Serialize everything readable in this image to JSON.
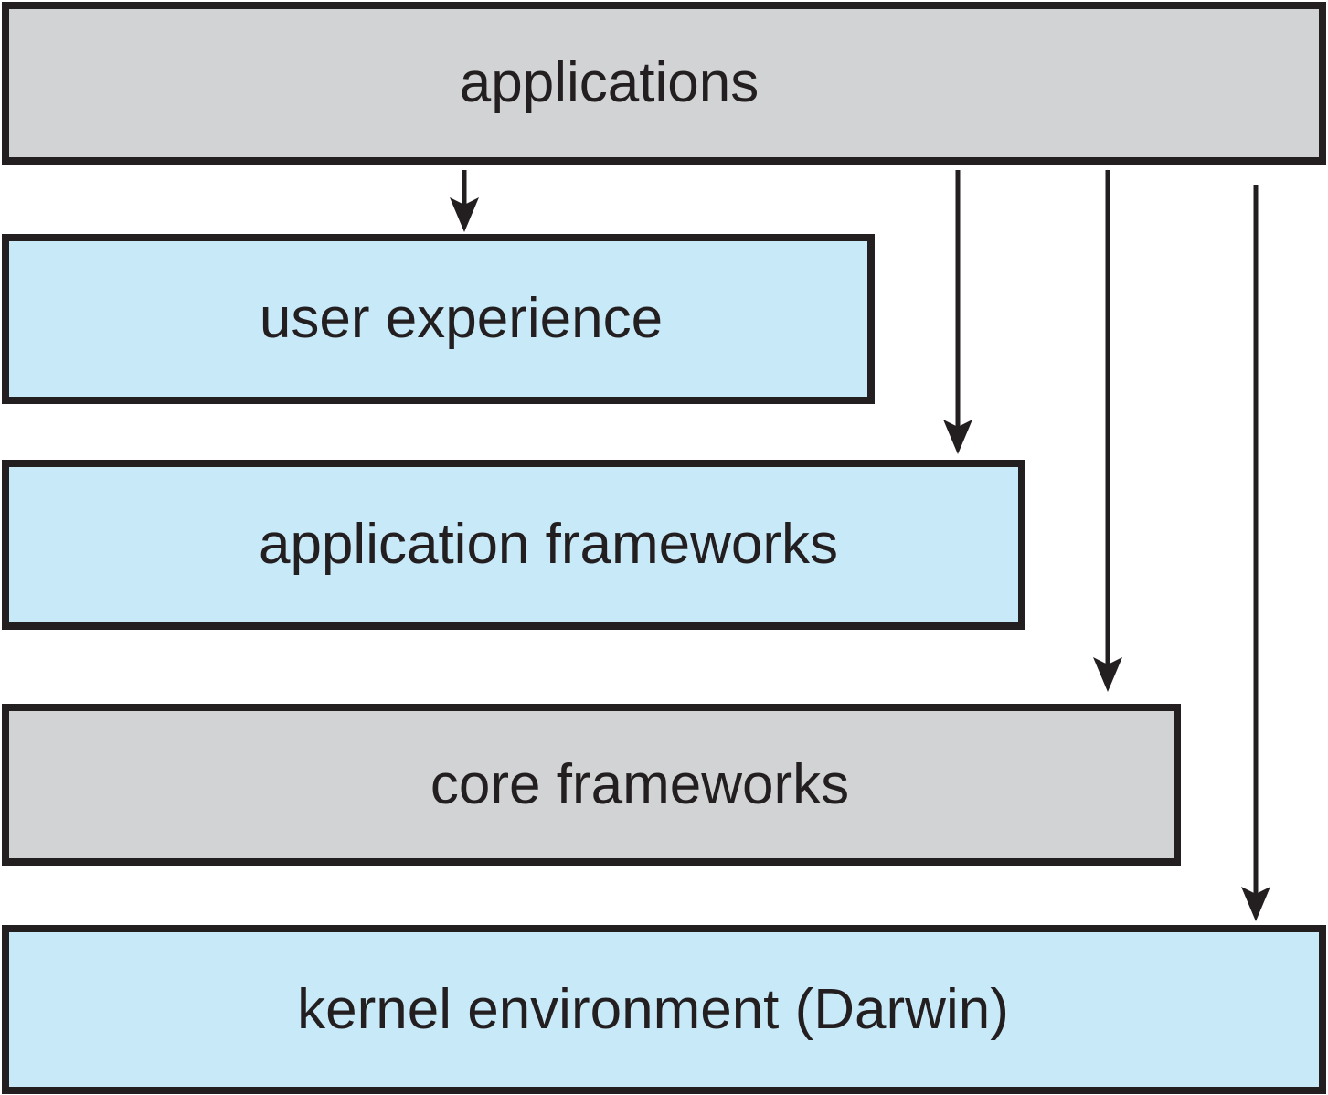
{
  "colors": {
    "background": "#ffffff",
    "border": "#231f20",
    "text": "#231f20",
    "arrow": "#231f20",
    "gray_fill": "#d1d3d4",
    "blue_fill": "#c8e9f8"
  },
  "layers": [
    {
      "id": "applications",
      "label": "applications",
      "fill": "gray"
    },
    {
      "id": "user-experience",
      "label": "user experience",
      "fill": "blue"
    },
    {
      "id": "application-frameworks",
      "label": "application frameworks",
      "fill": "blue"
    },
    {
      "id": "core-frameworks",
      "label": "core frameworks",
      "fill": "gray"
    },
    {
      "id": "kernel-environment-darwin",
      "label": "kernel environment (Darwin)",
      "fill": "blue"
    }
  ],
  "arrows": [
    {
      "from": "applications",
      "to": "user-experience"
    },
    {
      "from": "applications",
      "to": "application-frameworks"
    },
    {
      "from": "applications",
      "to": "core-frameworks"
    },
    {
      "from": "applications",
      "to": "kernel-environment-darwin"
    }
  ]
}
